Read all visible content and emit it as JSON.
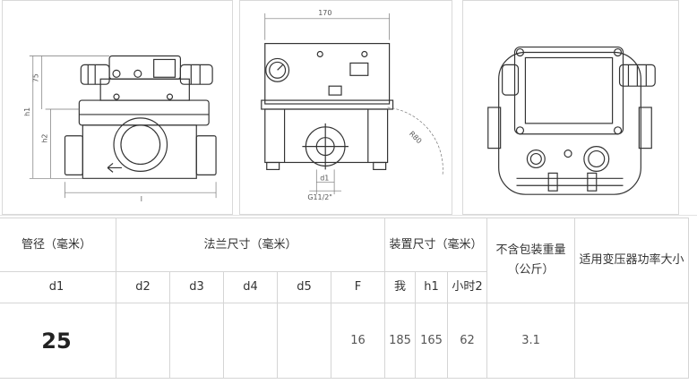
{
  "drawings": {
    "dims": {
      "h75": "75",
      "h1": "h1",
      "h2": "h2",
      "l": "l",
      "w170": "170",
      "r80": "R80",
      "d1": "d1",
      "g": "G11/2\""
    }
  },
  "table": {
    "header": {
      "pipe": "管径（毫米）",
      "flange": "法兰尺寸（毫米）",
      "install": "装置尺寸（毫米）",
      "weight": "不含包装重量（公斤）",
      "power": "适用变压器功率大小"
    },
    "subheader": {
      "d1": "d1",
      "d2": "d2",
      "d3": "d3",
      "d4": "d4",
      "d5": "d5",
      "F": "F",
      "wo": "我",
      "h1": "h1",
      "h2": "小时2"
    },
    "row": {
      "d1": "25",
      "d2": "",
      "d3": "",
      "d4": "",
      "d5": "",
      "F": "16",
      "wo": "185",
      "h1": "165",
      "h2": "62",
      "weight": "3.1",
      "power": ""
    }
  }
}
